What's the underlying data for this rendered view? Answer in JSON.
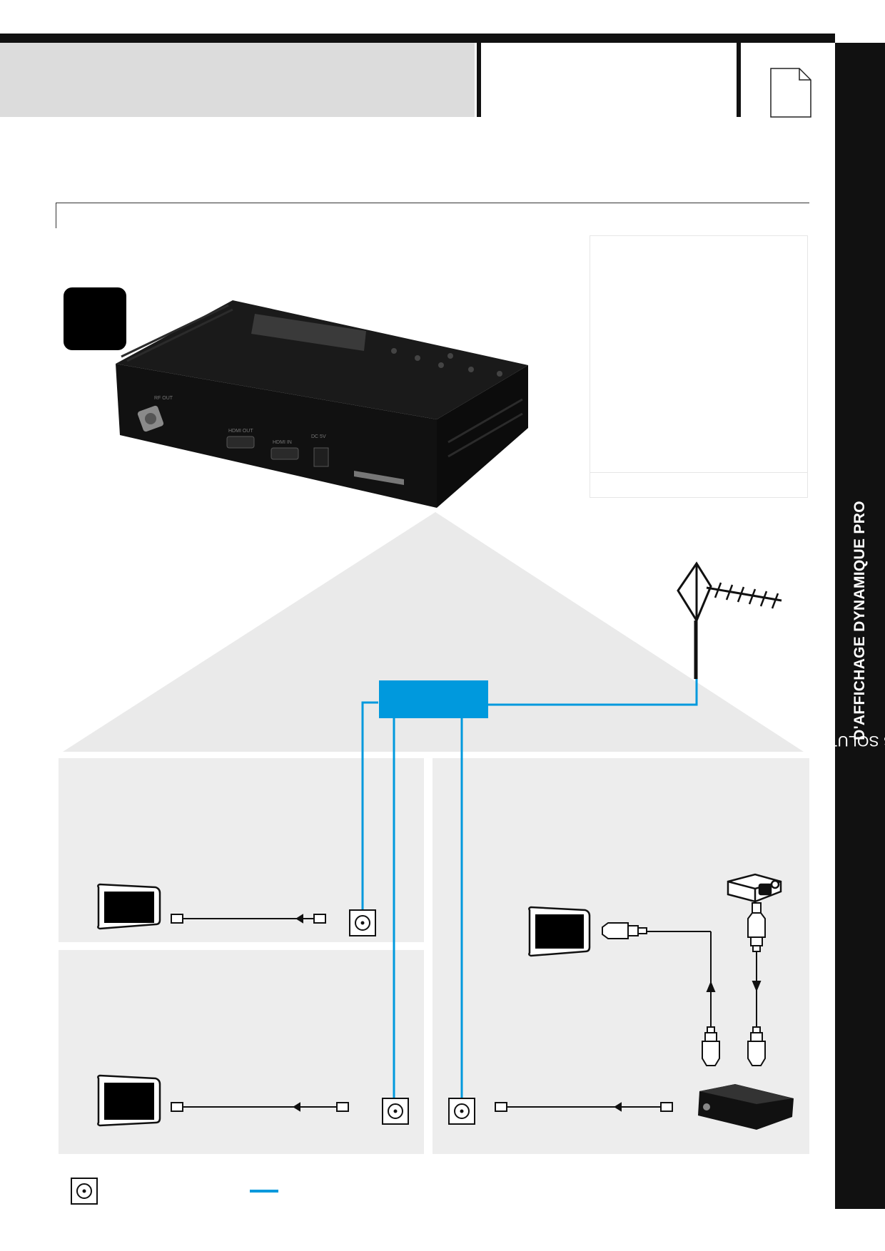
{
  "side_band": {
    "label_regular": "LES SOLUTIONS ",
    "label_bold": "D'AFFICHAGE DYNAMIQUE PRO"
  },
  "device": {
    "rf_port_label": "RF OUT",
    "hdmi_out_label": "HDMI OUT",
    "hdmi_in_label": "HDMI IN",
    "dc_label": "DC 5V"
  },
  "colors": {
    "coax": "#0099dd",
    "splitter": "#0099dd",
    "room": "#ededed",
    "roof": "#eaeaea",
    "band": "#111111"
  },
  "icons": {
    "page": "document-icon",
    "antenna": "tv-antenna-icon",
    "tv": "tv-icon",
    "projector": "projector-icon",
    "wall_socket": "coax-wall-socket-icon",
    "modulator": "hdmi-modulator-icon",
    "hdmi": "hdmi-connector-icon",
    "coax_plug": "coax-plug-icon"
  }
}
